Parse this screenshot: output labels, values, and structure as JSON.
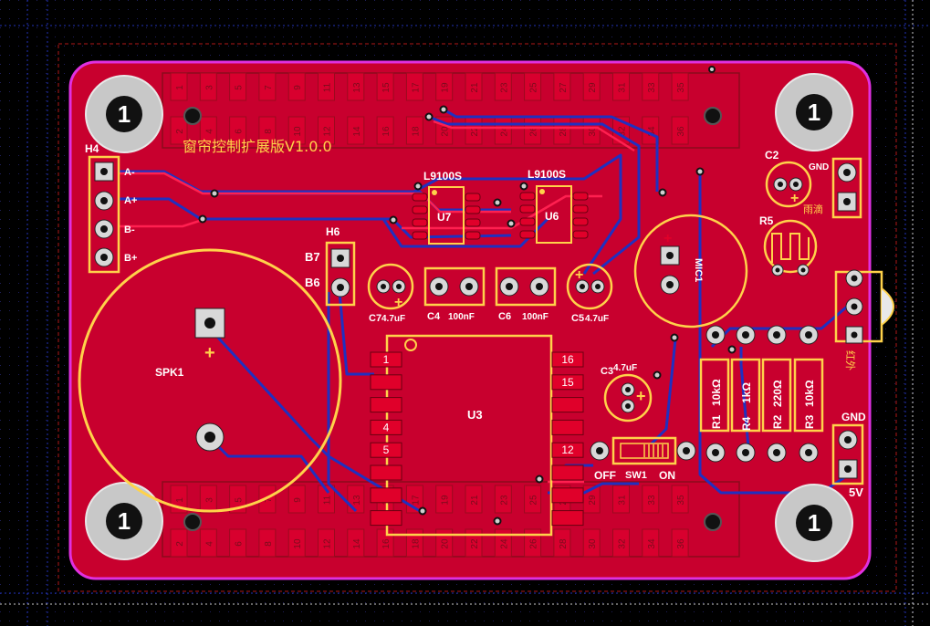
{
  "board": {
    "title": "窗帘控制扩展版V1.0.0",
    "colors": {
      "background": "#000000",
      "grid": "#1a1a8c",
      "board_fill": "#c8002e",
      "outline": "#e030e0",
      "silkscreen": "#ffd24a",
      "pad": "#d8d8d8",
      "trace_bottom": "#2030c0",
      "trace_top": "#e0002a"
    }
  },
  "mounting_holes": [
    {
      "id": "mh-tl",
      "label": "1"
    },
    {
      "id": "mh-tr",
      "label": "1"
    },
    {
      "id": "mh-bl",
      "label": "1"
    },
    {
      "id": "mh-br",
      "label": "1"
    }
  ],
  "header_top": {
    "odd": [
      "1",
      "3",
      "5",
      "7",
      "9",
      "11",
      "13",
      "15",
      "17",
      "19",
      "21",
      "23",
      "25",
      "27",
      "29",
      "31",
      "33",
      "35"
    ],
    "even": [
      "2",
      "4",
      "6",
      "8",
      "10",
      "12",
      "14",
      "16",
      "18",
      "20",
      "22",
      "24",
      "26",
      "28",
      "30",
      "32",
      "34",
      "36"
    ]
  },
  "header_bottom": {
    "odd": [
      "1",
      "3",
      "5",
      "7",
      "9",
      "11",
      "13",
      "15",
      "17",
      "19",
      "21",
      "23",
      "25",
      "27",
      "29",
      "31",
      "33",
      "35"
    ],
    "even": [
      "2",
      "4",
      "6",
      "8",
      "10",
      "12",
      "14",
      "16",
      "18",
      "20",
      "22",
      "24",
      "26",
      "28",
      "30",
      "32",
      "34",
      "36"
    ]
  },
  "components": {
    "h4": {
      "ref": "H4",
      "pins": [
        "A-",
        "A+",
        "B-",
        "B+"
      ]
    },
    "h6": {
      "ref": "H6",
      "pins": [
        "B7",
        "B6"
      ]
    },
    "u7": {
      "ref": "U7",
      "part": "L9100S"
    },
    "u6": {
      "ref": "U6",
      "part": "L9100S"
    },
    "u3": {
      "ref": "U3",
      "left_pins": [
        "1",
        "",
        "",
        "4",
        "5",
        "",
        "",
        ""
      ],
      "right_pins": [
        "16",
        "15",
        "",
        "",
        "12",
        "",
        "",
        ""
      ]
    },
    "spk1": {
      "ref": "SPK1",
      "plus": "+"
    },
    "mic1": {
      "ref": "MIC1"
    },
    "c2": {
      "ref": "C2"
    },
    "c3": {
      "ref": "C3",
      "value": "4.7uF"
    },
    "c4": {
      "ref": "C4",
      "value": "100nF"
    },
    "c5": {
      "ref": "C5",
      "value": "4.7uF"
    },
    "c6": {
      "ref": "C6",
      "value": "100nF"
    },
    "c7": {
      "ref": "C7",
      "value": "4.7uF"
    },
    "r5": {
      "ref": "R5"
    },
    "r1": {
      "ref": "R1",
      "value": "10kΩ"
    },
    "r4": {
      "ref": "R4",
      "value": "1kΩ"
    },
    "r2": {
      "ref": "R2",
      "value": "220Ω"
    },
    "r3": {
      "ref": "R3",
      "value": "10kΩ"
    },
    "sw1": {
      "ref": "SW1",
      "off": "OFF",
      "on": "ON"
    },
    "rain": {
      "label": "雨滴",
      "gnd": "GND"
    },
    "ir": {
      "label": "红外"
    },
    "power": {
      "gnd": "GND",
      "v5": "5V"
    }
  }
}
